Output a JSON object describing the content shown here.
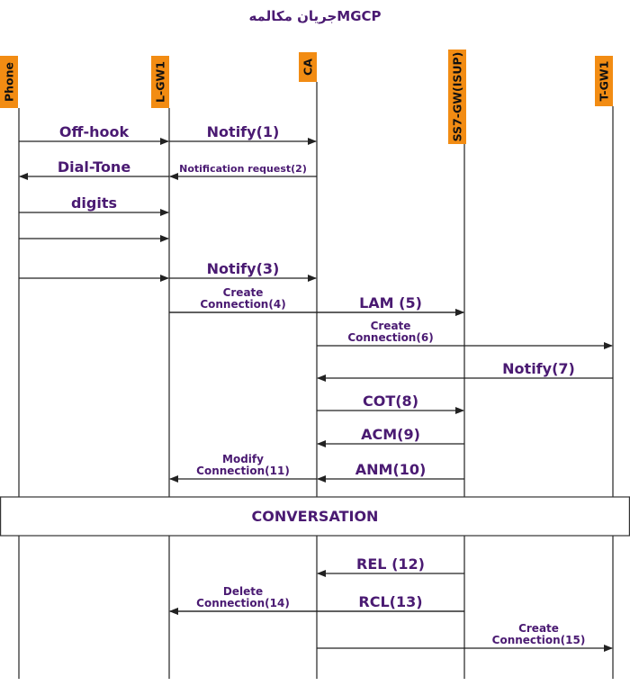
{
  "title": "جریان مکالمهMGCP",
  "participants": [
    {
      "id": "phone",
      "label": "Phone"
    },
    {
      "id": "lgw1",
      "label": "L-GW1"
    },
    {
      "id": "ca",
      "label": "CA"
    },
    {
      "id": "ss7",
      "label": "SS7-GW(ISUP)"
    },
    {
      "id": "tgw1",
      "label": "T-GW1"
    }
  ],
  "messages": [
    {
      "from": "phone",
      "to": "lgw1",
      "lines": [
        "Off-hook"
      ],
      "size": "big"
    },
    {
      "from": "lgw1",
      "to": "ca",
      "lines": [
        "Notify(1)"
      ],
      "size": "big"
    },
    {
      "from": "lgw1",
      "to": "phone",
      "lines": [
        "Dial-Tone"
      ],
      "size": "big"
    },
    {
      "from": "ca",
      "to": "lgw1",
      "lines": [
        "Notification request(2)"
      ],
      "size": "tiny"
    },
    {
      "from": "phone",
      "to": "lgw1",
      "lines": [
        "digits"
      ],
      "size": "big"
    },
    {
      "from": "phone",
      "to": "lgw1",
      "lines": [],
      "size": "big"
    },
    {
      "from": "phone",
      "to": "lgw1",
      "lines": [],
      "size": "big"
    },
    {
      "from": "lgw1",
      "to": "ca",
      "lines": [
        "Notify(3)"
      ],
      "size": "big"
    },
    {
      "from": "lgw1",
      "to": "ss7",
      "lines": [
        "Create",
        "Connection(4)"
      ],
      "size": "small",
      "label_between": [
        "lgw1",
        "ca"
      ]
    },
    {
      "from": "lgw1",
      "to": "ss7",
      "lines": [
        "LAM (5)"
      ],
      "size": "big",
      "label_between": [
        "ca",
        "ss7"
      ]
    },
    {
      "from": "ca",
      "to": "tgw1",
      "lines": [
        "Create",
        "Connection(6)"
      ],
      "size": "small",
      "label_between": [
        "ca",
        "ss7"
      ]
    },
    {
      "from": "tgw1",
      "to": "ca",
      "lines": [
        "Notify(7)"
      ],
      "size": "big",
      "label_between": [
        "ss7",
        "tgw1"
      ]
    },
    {
      "from": "ca",
      "to": "ss7",
      "lines": [
        "COT(8)"
      ],
      "size": "big"
    },
    {
      "from": "ss7",
      "to": "ca",
      "lines": [
        "ACM(9)"
      ],
      "size": "big"
    },
    {
      "from": "ca",
      "to": "lgw1",
      "lines": [
        "Modify",
        "Connection(11)"
      ],
      "size": "small"
    },
    {
      "from": "ss7",
      "to": "ca",
      "lines": [
        "ANM(10)"
      ],
      "size": "big"
    },
    {
      "from": "ss7",
      "to": "ca",
      "lines": [
        "REL (12)"
      ],
      "size": "big"
    },
    {
      "from": "ss7",
      "to": "lgw1",
      "lines": [
        "Delete",
        "Connection(14)"
      ],
      "size": "small",
      "label_between": [
        "lgw1",
        "ca"
      ]
    },
    {
      "from": "ss7",
      "to": "lgw1",
      "lines": [
        "RCL(13)"
      ],
      "size": "big",
      "label_between": [
        "ca",
        "ss7"
      ]
    },
    {
      "from": "ca",
      "to": "tgw1",
      "lines": [
        "Create",
        "Connection(15)"
      ],
      "size": "small",
      "label_between": [
        "ss7",
        "tgw1"
      ]
    }
  ],
  "conversation": {
    "label": "CONVERSATION"
  },
  "colors": {
    "header_fill": "#f28c13",
    "label_text": "#4a1a72",
    "line": "#222222"
  }
}
